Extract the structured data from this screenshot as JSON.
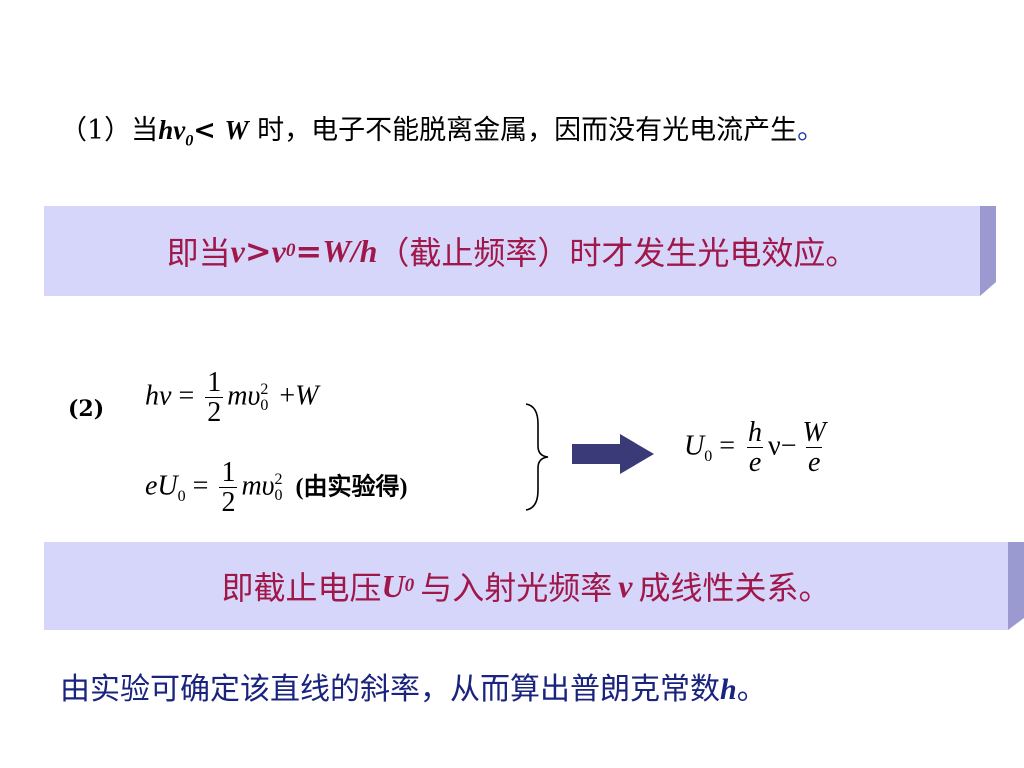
{
  "line1": {
    "prefix": "（1）当",
    "h": "h",
    "nu0": "ν",
    "sub0": "0",
    "lt": "<",
    "W": "W",
    "suffix": "时，电子不能脱离金属，因而没有光电流产生",
    "period": "。"
  },
  "box1": {
    "prefix": "即当",
    "nu": "ν",
    "gt": ">",
    "nu0": "ν",
    "sub0": "0",
    "eq": "=",
    "Wh": "W/h",
    "suffix": "（截止频率）时才发生光电效应。"
  },
  "eq2": {
    "label": "(2)",
    "row1": {
      "lhs": "hν",
      "eq": "=",
      "num": "1",
      "den": "2",
      "mv": "mυ",
      "sup": "2",
      "sub": "0",
      "plus": "+",
      "W": "W"
    },
    "row2": {
      "lhs": "eU",
      "sub": "0",
      "eq": "=",
      "num": "1",
      "den": "2",
      "mv": "mυ",
      "sup2": "2",
      "sub2": "0",
      "note": "(由实验得)"
    },
    "result": {
      "U": "U",
      "sub": "0",
      "eq": "=",
      "h_num": "h",
      "h_den": "e",
      "nu": "ν",
      "minus": "−",
      "W_num": "W",
      "W_den": "e"
    }
  },
  "box2": {
    "prefix": "即截止电压",
    "U": "U",
    "sub0": "0",
    "middle": "与入射光频率",
    "nu": "ν",
    "suffix": "成线性关系。"
  },
  "bottom": {
    "text": "由实验可确定该直线的斜率，从而算出普朗克常数",
    "h": "h",
    "period": "。"
  },
  "colors": {
    "box_face": "#d6d6fa",
    "box_side": "#9a9ad0",
    "box_top": "#e6e6ff",
    "box_text": "#a0174a",
    "arrow": "#3a3a78",
    "bottom_text": "#1a237e"
  }
}
